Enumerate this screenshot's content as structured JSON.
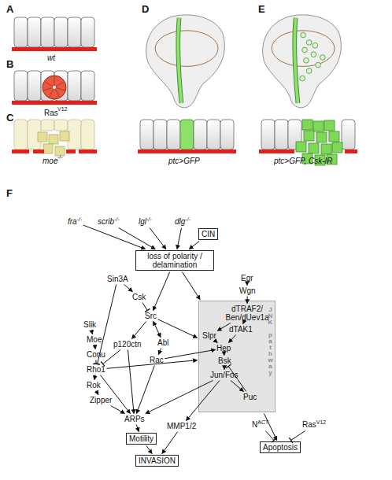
{
  "diagram": {
    "nodes": [
      {
        "text": [
          "fra",
          "-/-"
        ]
      },
      {
        "text": [
          "scrib",
          "-/-"
        ]
      },
      {
        "text": [
          "lgl",
          "-/-"
        ]
      },
      {
        "text": [
          "dlg",
          "-/-"
        ]
      },
      {
        "text": [
          "CIN"
        ]
      },
      {
        "text": [
          "loss of polarity / delamination"
        ]
      },
      {
        "text": [
          "Egr"
        ]
      },
      {
        "text": [
          "Wgn"
        ]
      },
      {
        "text": [
          "JNK pathway"
        ]
      },
      {
        "text": [
          "dTRAF2/ Ben/dUev1a"
        ],
        "in": 8
      },
      {
        "text": [
          "dTAK1"
        ],
        "in": 8
      },
      {
        "text": [
          "Slpr"
        ],
        "in": 8
      },
      {
        "text": [
          "Hep"
        ],
        "in": 8
      },
      {
        "text": [
          "Bsk"
        ],
        "in": 8
      },
      {
        "text": [
          "Jun/Fos"
        ],
        "in": 8
      },
      {
        "text": [
          "Puc"
        ],
        "in": 8
      },
      {
        "text": [
          "Sin3A"
        ]
      },
      {
        "text": [
          "Csk"
        ]
      },
      {
        "text": [
          "Src"
        ]
      },
      {
        "text": [
          "Slik"
        ]
      },
      {
        "text": [
          "Moe"
        ]
      },
      {
        "text": [
          "p120ctn"
        ]
      },
      {
        "text": [
          "Abl"
        ]
      },
      {
        "text": [
          "Conu"
        ]
      },
      {
        "text": [
          "Rac"
        ]
      },
      {
        "text": [
          "Rho1"
        ]
      },
      {
        "text": [
          "Rok"
        ]
      },
      {
        "text": [
          "Zipper"
        ]
      },
      {
        "text": [
          "ARPs"
        ]
      },
      {
        "text": [
          "MMP1/2"
        ]
      },
      {
        "text": [
          "Motility"
        ]
      },
      {
        "text": [
          "INVASION"
        ]
      },
      {
        "text": [
          "N",
          "ACT"
        ]
      },
      {
        "text": [
          "Ras",
          "V12"
        ]
      },
      {
        "text": [
          "Apoptosis"
        ]
      }
    ],
    "edges": [
      {
        "from": 0,
        "to": 5,
        "arrow": "to"
      },
      {
        "from": 1,
        "to": 5,
        "arrow": "to"
      },
      {
        "from": 2,
        "to": 5,
        "arrow": "to"
      },
      {
        "from": 3,
        "to": 5,
        "arrow": "to"
      },
      {
        "from": 4,
        "to": 5,
        "arrow": "to"
      },
      {
        "from": 5,
        "to": 18,
        "arrow": "to"
      },
      {
        "from": 5,
        "to": 8,
        "arrow": "to"
      },
      {
        "from": 6,
        "to": 7,
        "arrow": "to"
      },
      {
        "from": 7,
        "to": 9,
        "arrow": "to"
      },
      {
        "from": 16,
        "to": 17,
        "arrow": "to"
      },
      {
        "from": 17,
        "to": 18,
        "arrow": "to"
      },
      {
        "from": 16,
        "to": 25,
        "arrow": "to"
      },
      {
        "from": 18,
        "to": 21,
        "arrow": "to"
      },
      {
        "from": 18,
        "to": 22,
        "arrow": "both"
      },
      {
        "from": 18,
        "to": 8,
        "arrow": "to"
      },
      {
        "from": 22,
        "to": 24,
        "arrow": "to"
      },
      {
        "from": 24,
        "to": 12,
        "arrow": "to"
      },
      {
        "from": 21,
        "to": 25,
        "arrow": "to"
      },
      {
        "from": 19,
        "to": 20,
        "arrow": "to"
      },
      {
        "from": 20,
        "to": 23,
        "arrow": "to"
      },
      {
        "from": 23,
        "to": 25,
        "arrow": "to"
      },
      {
        "from": 25,
        "to": 26,
        "arrow": "to"
      },
      {
        "from": 26,
        "to": 27,
        "arrow": "to"
      },
      {
        "from": 25,
        "to": 8,
        "arrow": "to"
      },
      {
        "from": 25,
        "to": 28,
        "arrow": "to"
      },
      {
        "from": 27,
        "to": 28,
        "arrow": "to"
      },
      {
        "from": 21,
        "to": 28,
        "arrow": "to"
      },
      {
        "from": 24,
        "to": 28,
        "arrow": "to"
      },
      {
        "from": 9,
        "to": 11,
        "arrow": "to"
      },
      {
        "from": 9,
        "to": 10,
        "arrow": "to"
      },
      {
        "from": 10,
        "to": 12,
        "arrow": "to"
      },
      {
        "from": 11,
        "to": 12,
        "arrow": "to"
      },
      {
        "from": 12,
        "to": 13,
        "arrow": "to"
      },
      {
        "from": 13,
        "to": 14,
        "arrow": "to"
      },
      {
        "from": 14,
        "to": 15,
        "arrow": "to"
      },
      {
        "from": 15,
        "to": 13,
        "arrow": "to"
      },
      {
        "from": 14,
        "to": 28,
        "arrow": "to"
      },
      {
        "from": 14,
        "to": 29,
        "arrow": "to"
      },
      {
        "from": 28,
        "to": 30,
        "arrow": "to"
      },
      {
        "from": 29,
        "to": 31,
        "arrow": "to"
      },
      {
        "from": 30,
        "to": 31,
        "arrow": "to"
      },
      {
        "from": 8,
        "to": 34,
        "arrow": "to"
      },
      {
        "from": 32,
        "to": 34,
        "arrow": "to"
      },
      {
        "from": 33,
        "to": 34,
        "arrow": "to"
      }
    ],
    "labels": [
      "A",
      "wt",
      "B",
      "Ras",
      "V12",
      "C",
      "moe",
      "-/-",
      "ptc>GFP",
      "ptc>GFP, Csk-IR",
      "D",
      "E",
      "F"
    ]
  }
}
